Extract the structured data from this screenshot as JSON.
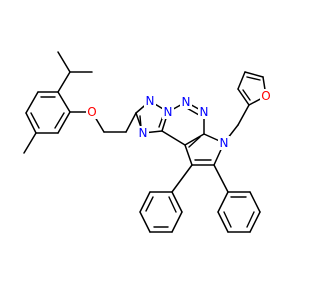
{
  "diagram": {
    "background": "#ffffff",
    "bond_color": "#000000",
    "atom_colors": {
      "N": "#0000ff",
      "O": "#ff0000"
    },
    "atoms": [
      {
        "id": "n_pyr_top",
        "label": "N",
        "element": "N"
      },
      {
        "id": "n_pyr_right",
        "label": "N",
        "element": "N"
      },
      {
        "id": "n_pyrrole",
        "label": "N",
        "element": "N"
      },
      {
        "id": "n_tri_top",
        "label": "N",
        "element": "N"
      },
      {
        "id": "n_tri_left",
        "label": "N",
        "element": "N"
      },
      {
        "id": "n_tri_bottom",
        "label": "N",
        "element": "N"
      },
      {
        "id": "o_ether",
        "label": "O",
        "element": "O"
      },
      {
        "id": "o_furan",
        "label": "O",
        "element": "O"
      }
    ]
  }
}
